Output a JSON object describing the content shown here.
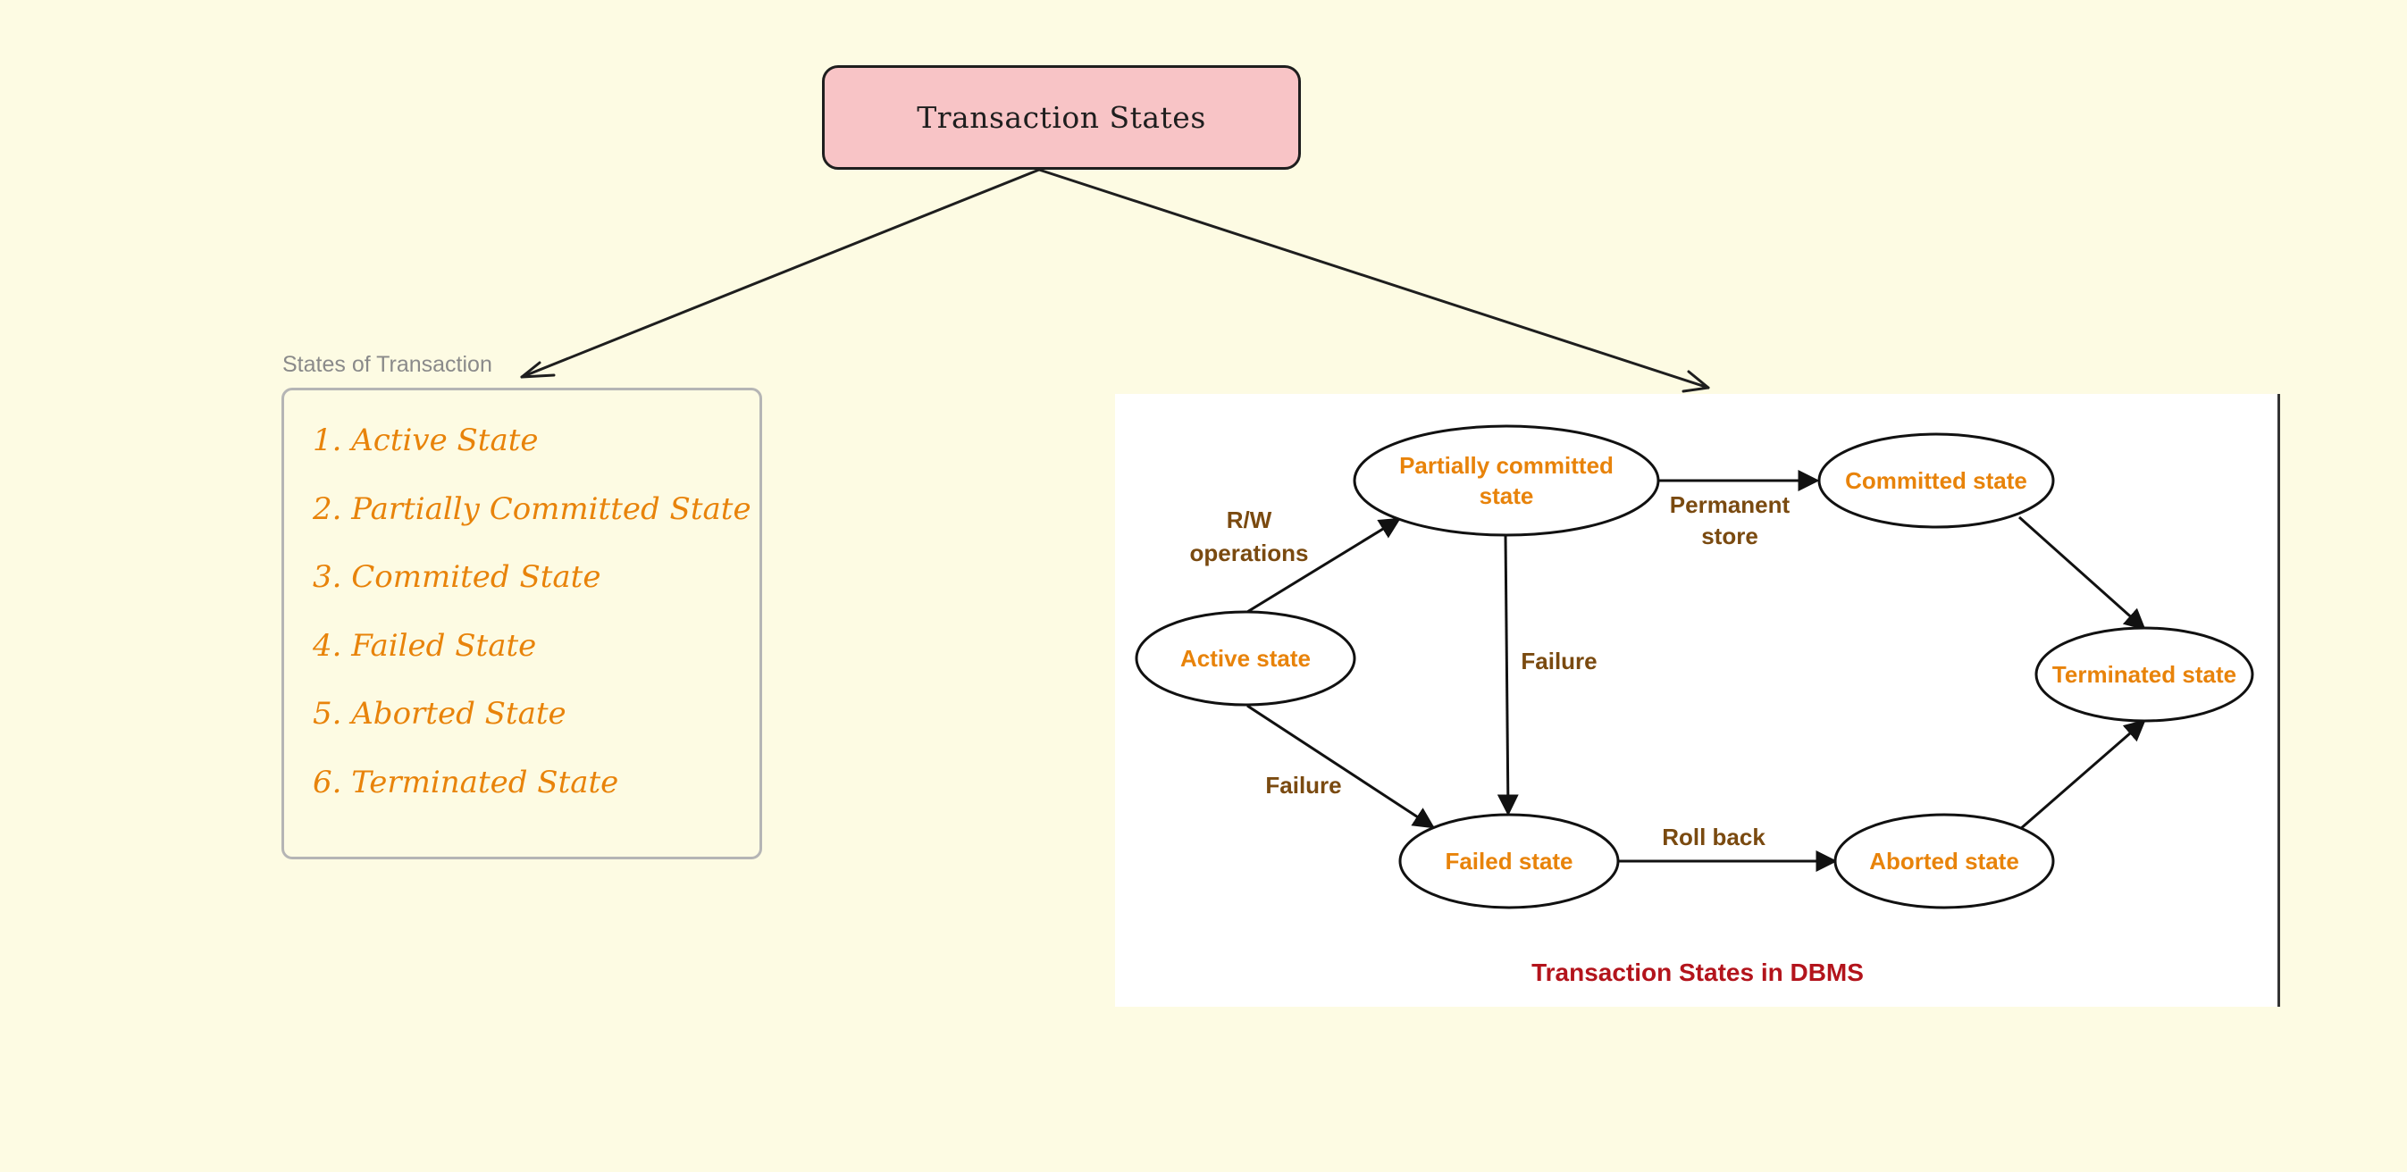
{
  "root": {
    "title": "Transaction States"
  },
  "frame": {
    "label": "States of Transaction",
    "items": [
      "1. Active State",
      "2. Partially Committed State",
      "3. Commited State",
      "4. Failed State",
      "5. Aborted State",
      "6. Terminated State"
    ]
  },
  "image": {
    "nodes": {
      "active": "Active state",
      "partial_line1": "Partially committed",
      "partial_line2": "state",
      "committed": "Committed state",
      "failed": "Failed state",
      "aborted": "Aborted state",
      "terminated": "Terminated state"
    },
    "edges": {
      "rw_line1": "R/W",
      "rw_line2": "operations",
      "permanent_line1": "Permanent",
      "permanent_line2": "store",
      "failure_vertical": "Failure",
      "failure_diag": "Failure",
      "rollback": "Roll back"
    },
    "caption": "Transaction States in DBMS"
  },
  "colors": {
    "background": "#fdfbe3",
    "root_fill": "#f8c4c6",
    "list_text": "#e8830a",
    "node_text": "#e8830a",
    "edge_label": "#7a4a10",
    "caption": "#b3141c"
  }
}
